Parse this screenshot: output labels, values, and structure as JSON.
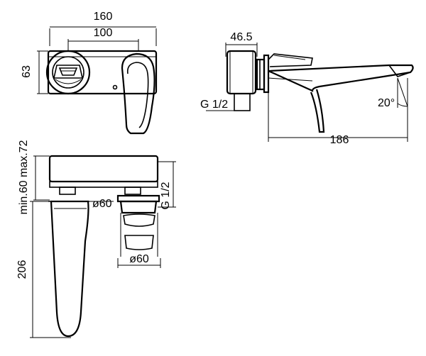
{
  "dimensions": {
    "front_width": "160",
    "front_inner": "100",
    "front_height": "63",
    "side_depth": "46.5",
    "side_thread": "G 1/2",
    "side_angle": "20°",
    "side_length": "186",
    "bottom_range": "min.60 max.72",
    "bottom_thread": "G 1/2",
    "bottom_dia_1": "ø60",
    "bottom_dia_2": "ø60",
    "bottom_height": "206"
  }
}
